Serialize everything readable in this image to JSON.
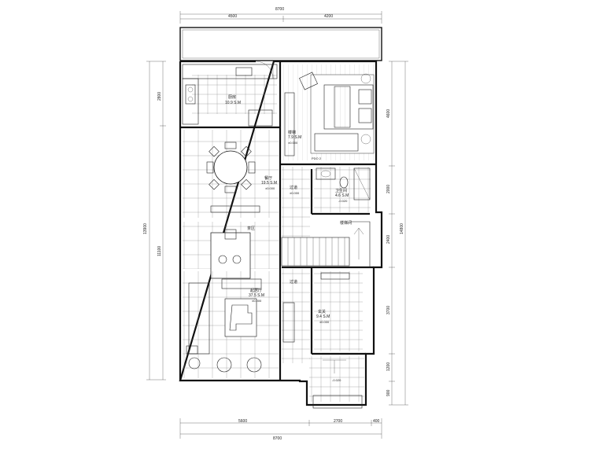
{
  "dimensions": {
    "top_total": "8700",
    "top_left": "4500",
    "top_right": "4200",
    "bottom_a": "5600",
    "bottom_b": "2700",
    "bottom_c": "400",
    "bottom_total": "8700",
    "left_total": "13900",
    "left_a": "2800",
    "left_b": "11100",
    "right_total": "14800",
    "right_a": "4600",
    "right_b": "2000",
    "right_c": "2400",
    "right_d": "3700",
    "right_e": "1200",
    "right_f": "900"
  },
  "rooms": {
    "kitchen": {
      "name": "厨房",
      "area": "10.9 S.M"
    },
    "bedroom_stair": {
      "name": "楼梯",
      "area": "7.9 S.M"
    },
    "bedroom_level": "±0.000",
    "dining": {
      "name": "餐厅",
      "area": "19.5 S.M",
      "level": "±0.000"
    },
    "corridor1": {
      "name": "过道",
      "level": "±0.000"
    },
    "bath": {
      "name": "卫生间",
      "area": "4.6 S.M",
      "level": "-0.020"
    },
    "stairwell": {
      "name": "楼梯间"
    },
    "tea": {
      "name": "茶区"
    },
    "living": {
      "name": "起居厅",
      "area": "37.5 S.M",
      "level": "±0.000"
    },
    "corridor2": {
      "name": "过道"
    },
    "entry": {
      "name": "玄关",
      "area": "9.4 S.M",
      "level": "±0.000"
    },
    "porch_level": "-0.020",
    "bed_label": "PDO 2"
  },
  "colors": {
    "line": "#111111",
    "background": "#ffffff"
  }
}
